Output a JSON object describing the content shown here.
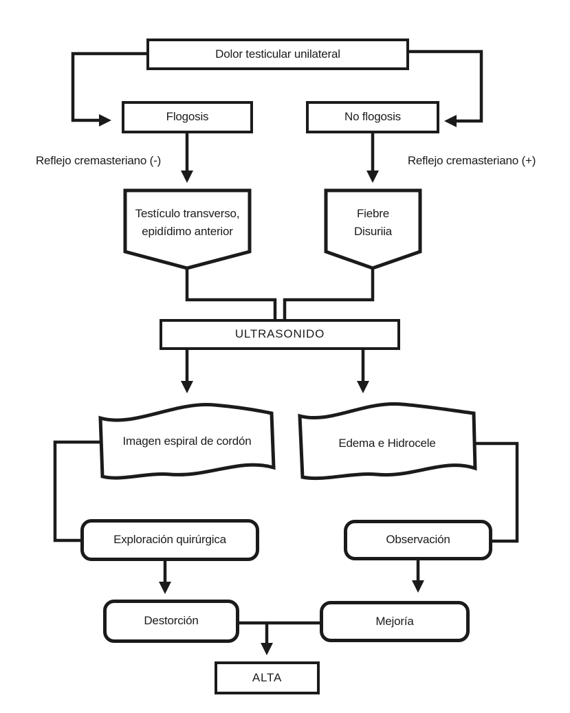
{
  "diagram": {
    "background": "#ffffff",
    "ink": "#1b1b1b",
    "nodes": {
      "root": "Dolor testicular unilateral",
      "flogosis": "Flogosis",
      "no_flogosis": "No flogosis",
      "reflejo_neg": "Reflejo cremasteriano (-)",
      "reflejo_pos": "Reflejo cremasteriano (+)",
      "left_finding_line1": "Testículo transverso,",
      "left_finding_line2": "epidídimo anterior",
      "right_finding_line1": "Fiebre",
      "right_finding_line2": "Disuriia",
      "ultrasonido": "ULTRASONIDO",
      "left_us_result": "Imagen espiral de cordón",
      "right_us_result": "Edema e Hidrocele",
      "left_management": "Exploración quirúrgica",
      "right_management": "Observación",
      "left_outcome": "Destorción",
      "right_outcome": "Mejoría",
      "discharge": "ALTA"
    }
  }
}
